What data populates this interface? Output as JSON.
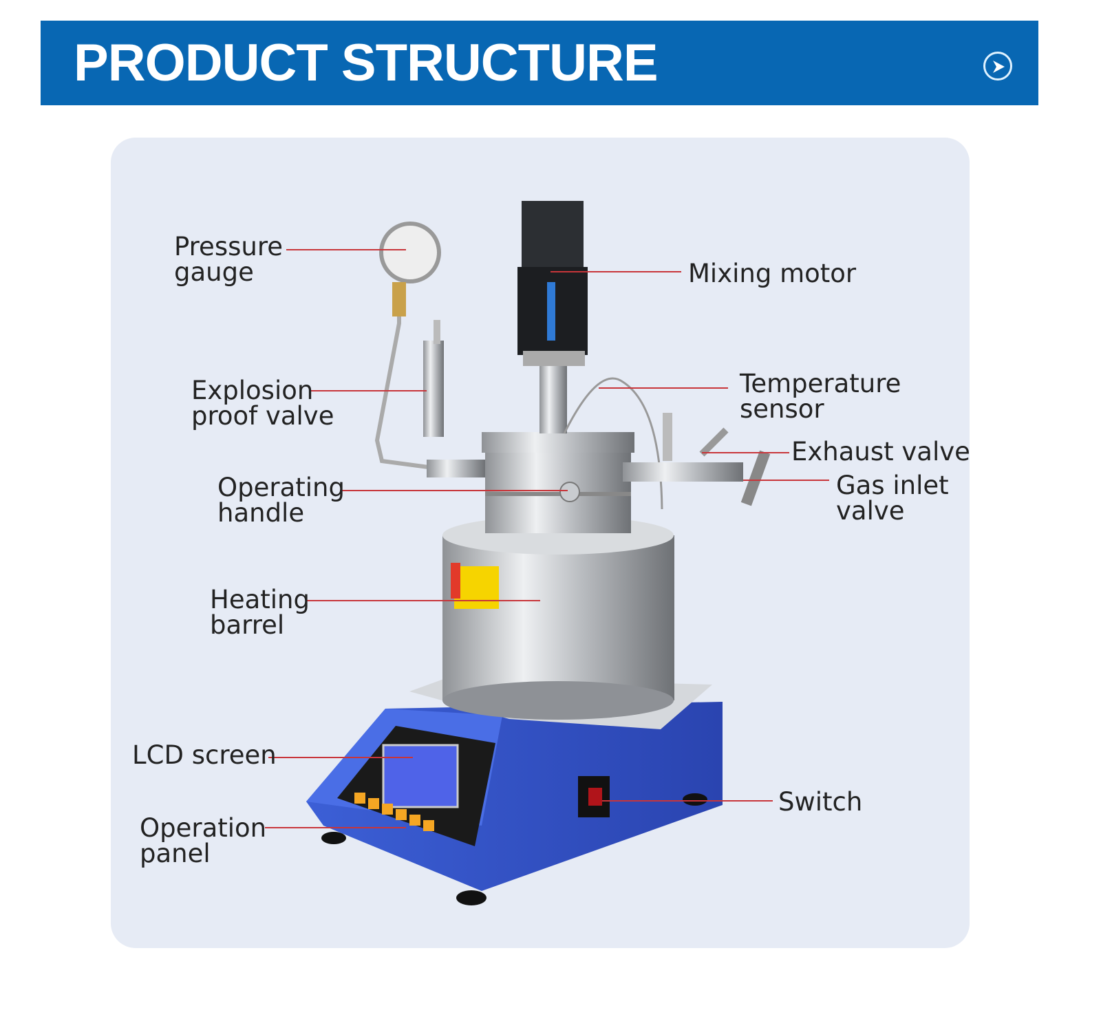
{
  "header": {
    "title": "PRODUCT STRUCTURE",
    "next_icon": "chevron-right-circle-icon",
    "background_color": "#0867b3"
  },
  "diagram": {
    "line_color": "#c8353a",
    "labels": {
      "pressure_gauge": "Pressure\ngauge",
      "mixing_motor": "Mixing motor",
      "explosion_proof_valve": "Explosion\nproof valve",
      "temperature_sensor": "Temperature\nsensor",
      "exhaust_valve": "Exhaust valve",
      "gas_inlet_valve": "Gas inlet\nvalve",
      "operating_handle": "Operating\nhandle",
      "heating_barrel": "Heating\nbarrel",
      "lcd_screen": "LCD screen",
      "operation_panel": "Operation\npanel",
      "switch": "Switch"
    }
  }
}
